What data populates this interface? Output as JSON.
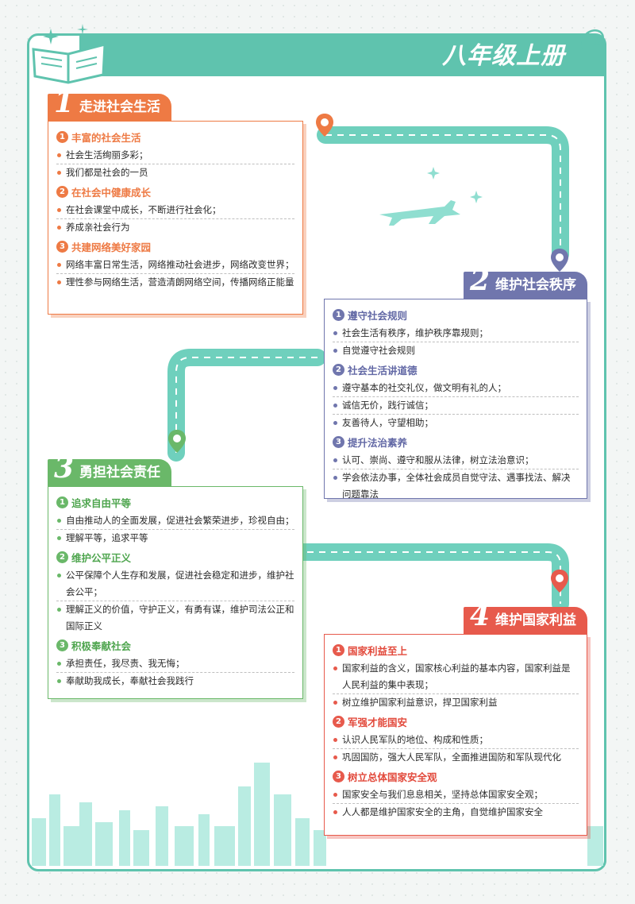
{
  "header": {
    "title": "八年级上册"
  },
  "colors": {
    "road": "#5fc3ae",
    "orange": "#ee7a44",
    "purple": "#7076ad",
    "green": "#6ab869",
    "red": "#e75a4c"
  },
  "units": [
    {
      "num": "1",
      "title": "走进社会生活",
      "sections": [
        {
          "idx": "1",
          "title": "丰富的社会生活",
          "items": [
            "社会生活绚丽多彩；",
            "我们都是社会的一员"
          ]
        },
        {
          "idx": "2",
          "title": "在社会中健康成长",
          "items": [
            "在社会课堂中成长，不断进行社会化；",
            "养成亲社会行为"
          ]
        },
        {
          "idx": "3",
          "title": "共建网络美好家园",
          "items": [
            "网络丰富日常生活，网络推动社会进步，网络改变世界；",
            "理性参与网络生活，营造清朗网络空间，传播网络正能量"
          ]
        }
      ]
    },
    {
      "num": "2",
      "title": "维护社会秩序",
      "sections": [
        {
          "idx": "1",
          "title": "遵守社会规则",
          "items": [
            "社会生活有秩序，维护秩序靠规则；",
            "自觉遵守社会规则"
          ]
        },
        {
          "idx": "2",
          "title": "社会生活讲道德",
          "items": [
            "遵守基本的社交礼仪，做文明有礼的人；",
            "诚信无价，践行诚信；",
            "友善待人，守望相助；"
          ]
        },
        {
          "idx": "3",
          "title": "提升法治素养",
          "items": [
            "认可、崇尚、遵守和服从法律，树立法治意识；",
            "学会依法办事，全体社会成员自觉守法、遇事找法、解决问题靠法"
          ]
        }
      ]
    },
    {
      "num": "3",
      "title": "勇担社会责任",
      "sections": [
        {
          "idx": "1",
          "title": "追求自由平等",
          "items": [
            "自由推动人的全面发展，促进社会繁荣进步，珍视自由；",
            "理解平等，追求平等"
          ]
        },
        {
          "idx": "2",
          "title": "维护公平正义",
          "items": [
            "公平保障个人生存和发展，促进社会稳定和进步，维护社会公平；",
            "理解正义的价值，守护正义，有勇有谋，维护司法公正和国际正义"
          ]
        },
        {
          "idx": "3",
          "title": "积极奉献社会",
          "items": [
            "承担责任，我尽责、我无悔；",
            "奉献助我成长，奉献社会我践行"
          ]
        }
      ]
    },
    {
      "num": "4",
      "title": "维护国家利益",
      "sections": [
        {
          "idx": "1",
          "title": "国家利益至上",
          "items": [
            "国家利益的含义，国家核心利益的基本内容，国家利益是人民利益的集中表现；",
            "树立维护国家利益意识，捍卫国家利益"
          ]
        },
        {
          "idx": "2",
          "title": "军强才能国安",
          "items": [
            "认识人民军队的地位、构成和性质；",
            "巩固国防，强大人民军队，全面推进国防和军队现代化"
          ]
        },
        {
          "idx": "3",
          "title": "树立总体国家安全观",
          "items": [
            "国家安全与我们息息相关，坚持总体国家安全观；",
            "人人都是维护国家安全的主角，自觉维护国家安全"
          ]
        }
      ]
    }
  ]
}
